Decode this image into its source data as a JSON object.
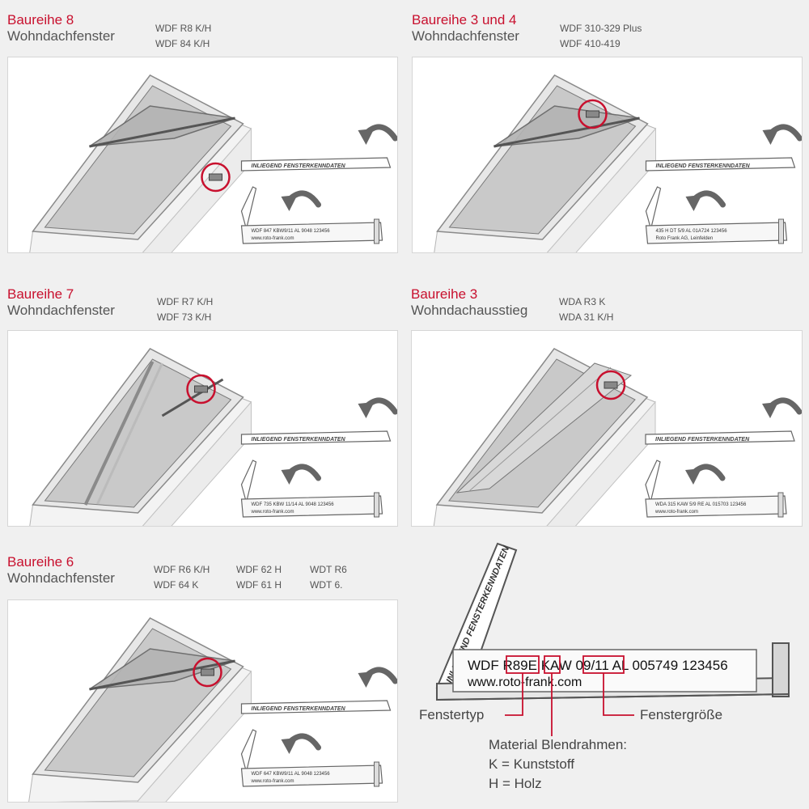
{
  "series": [
    {
      "id": "s8",
      "title_red": "Baureihe 8",
      "title_gray": "Wohndachfenster",
      "codes": [
        [
          "WDF R8 K/H",
          "WDF 84 K/H"
        ]
      ],
      "label_text": "INLIEGEND  FENSTERKENNDATEN",
      "plate_line1": "WDF 847 KBW9/11 AL 9048 123456",
      "plate_line2": "www.roto-frank.com"
    },
    {
      "id": "s34",
      "title_red": "Baureihe 3 und 4",
      "title_gray": "Wohndachfenster",
      "codes": [
        [
          "WDF 310-329 Plus",
          "WDF 410-419"
        ]
      ],
      "label_text": "INLIEGEND  FENSTERKENNDATEN",
      "plate_line1": "435 H DT 5/9 AL 01A724 123456",
      "plate_line2": "Roto Frank AG, Leinfelden"
    },
    {
      "id": "s7",
      "title_red": "Baureihe 7",
      "title_gray": "Wohndachfenster",
      "codes": [
        [
          "WDF R7 K/H",
          "WDF 73 K/H"
        ]
      ],
      "label_text": "INLIEGEND  FENSTERKENNDATEN",
      "plate_line1": "WDF 735 KBW 11/14 AL 9048 123456",
      "plate_line2": "www.roto-frank.com"
    },
    {
      "id": "s3",
      "title_red": "Baureihe 3",
      "title_gray": "Wohndachausstieg",
      "codes": [
        [
          "WDA R3 K",
          "WDA 31 K/H"
        ]
      ],
      "label_text": "INLIEGEND  FENSTERKENNDATEN",
      "plate_line1": "WDA 315 KAW 5/9 RE AL 015703 123456",
      "plate_line2": "www.roto-frank.com"
    },
    {
      "id": "s6",
      "title_red": "Baureihe 6",
      "title_gray": "Wohndachfenster",
      "codes": [
        [
          "WDF R6 K/H",
          "WDF 64 K"
        ],
        [
          "WDF 62 H",
          "WDF 61 H"
        ],
        [
          "WDT R6",
          "WDT 6."
        ]
      ],
      "label_text": "INLIEGEND  FENSTERKENNDATEN",
      "plate_line1": "WDF 647 KBW9/11 AL 9048 123456",
      "plate_line2": "www.roto-frank.com"
    }
  ],
  "detail": {
    "tag_text": "INLIEGEND  FENSTERKENNDATEN",
    "plate_tokens": [
      "WDF ",
      "R89E",
      " ",
      "KAW",
      " ",
      "09/11",
      " AL 005749 123456"
    ],
    "plate_line2": "www.roto-frank.com",
    "fenstertyp": "Fenstertyp",
    "fenstergroesse": "Fenstergröße",
    "material_lines": [
      "Material Blendrahmen:",
      "K = Kunststoff",
      "H = Holz"
    ]
  },
  "colors": {
    "accent": "#c8102e",
    "text_gray": "#555555",
    "arrow": "#666666"
  }
}
